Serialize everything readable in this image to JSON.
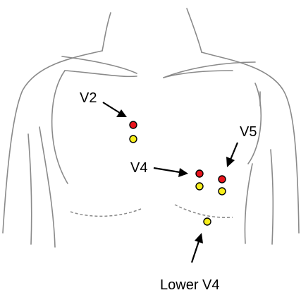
{
  "colors": {
    "electrode_red": "#e8141c",
    "electrode_yellow": "#f7ee1a",
    "outline": "#8a8a8a",
    "ink": "#000000"
  },
  "labels": {
    "v2": "V2",
    "v4": "V4",
    "v5": "V5",
    "lower_v4": "Lower V4"
  }
}
